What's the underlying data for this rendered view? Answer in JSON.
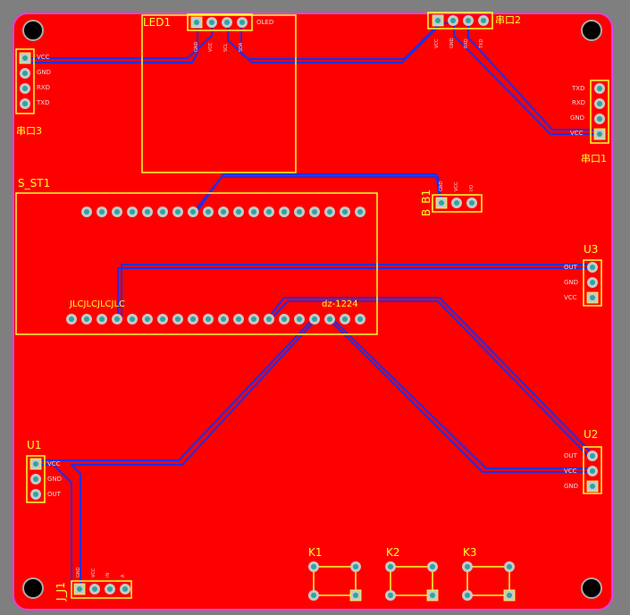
{
  "board": {
    "color": "#ff0000",
    "outline": "#e040e0",
    "silk": "#ffff33",
    "trace": "#1f2ee6"
  },
  "labels": {
    "led1": "LED1",
    "oled": "OLED",
    "sst1": "S_ST1",
    "jlc": "JLCJLCJLCJLC",
    "dz": "dz-1224",
    "bb1": "B_B1",
    "u1": "U1",
    "u2": "U2",
    "u3": "U3",
    "jj1": "J_J1",
    "k1": "K1",
    "k2": "K2",
    "k3": "K3",
    "port2": "串口2",
    "port3": "串口3",
    "port1": "串口1"
  },
  "pins": {
    "port3": [
      "VCC",
      "GND",
      "RXD",
      "TXD"
    ],
    "port1": [
      "TXD",
      "RXD",
      "GND",
      "VCC"
    ],
    "u3": [
      "OUT",
      "GND",
      "VCC"
    ],
    "u1": [
      "VCC",
      "GND",
      "OUT"
    ],
    "u2": [
      "OUT",
      "VCC",
      "GND"
    ],
    "jj1": [
      "GND",
      "VCC",
      "IN",
      "A"
    ],
    "bb1": [
      "GND",
      "VCC",
      "I/O"
    ],
    "led1": [
      "GND",
      "VCC",
      "SCL",
      "SDA"
    ],
    "port2": [
      "VCC",
      "GND",
      "RXD",
      "TXD"
    ]
  }
}
